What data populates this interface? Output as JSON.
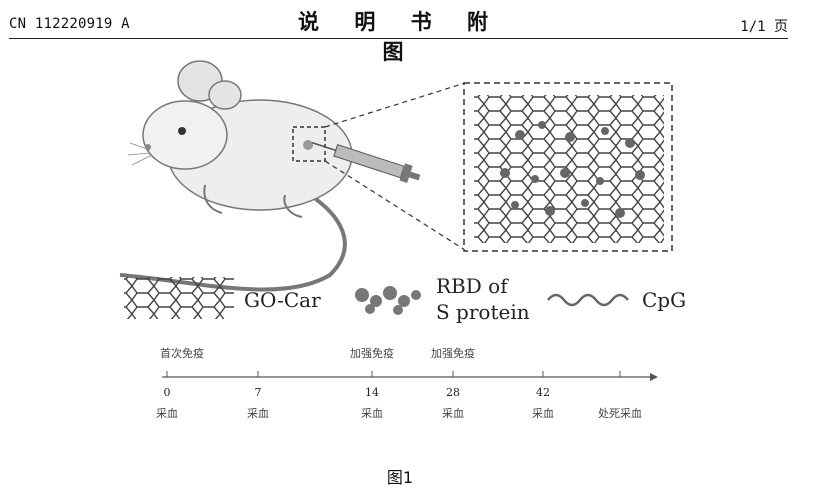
{
  "header": {
    "patent_number": "CN 112220919 A",
    "title": "说 明 书 附 图",
    "page": "1/1 页"
  },
  "figure": {
    "legend": {
      "go_car": "GO-Car",
      "rbd_line1": "RBD of",
      "rbd_line2": "S protein",
      "cpg": "CpG"
    },
    "timeline": {
      "events_above": [
        {
          "label": "首次免疫",
          "day": 0
        },
        {
          "label": "加强免疫",
          "day": 14
        },
        {
          "label": "加强免疫",
          "day": 28
        }
      ],
      "ticks": [
        {
          "day": "0",
          "label": "采血"
        },
        {
          "day": "7",
          "label": "采血"
        },
        {
          "day": "14",
          "label": "采血"
        },
        {
          "day": "28",
          "label": "采血"
        },
        {
          "day": "42",
          "label": "采血"
        },
        {
          "day": "",
          "label": "处死采血"
        }
      ]
    },
    "caption": "图1"
  }
}
